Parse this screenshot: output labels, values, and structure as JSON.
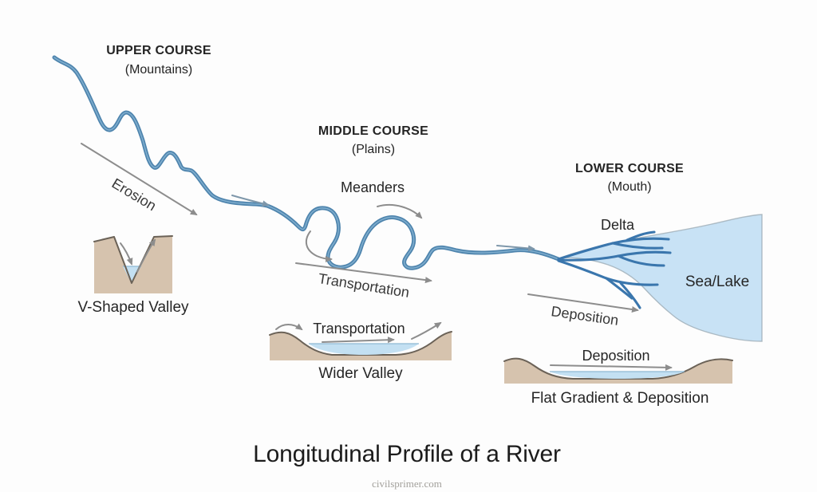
{
  "title": "Longitudinal Profile of a River",
  "watermark": "civilsprimer.com",
  "upper_course": {
    "heading": "UPPER COURSE",
    "subheading": "(Mountains)",
    "process_label": "Erosion",
    "cross_section_label": "V-Shaped Valley"
  },
  "middle_course": {
    "heading": "MIDDLE COURSE",
    "subheading": "(Plains)",
    "feature_label": "Meanders",
    "process_label": "Transportation",
    "cross_section_process_label": "Transportation",
    "cross_section_label": "Wider Valley"
  },
  "lower_course": {
    "heading": "LOWER COURSE",
    "subheading": "(Mouth)",
    "feature_label": "Delta",
    "water_body_label": "Sea/Lake",
    "process_label": "Deposition",
    "cross_section_process_label": "Deposition",
    "cross_section_label": "Flat Gradient & Deposition"
  },
  "colors": {
    "river": "#4e84ad",
    "river_highlight": "#84b1d1",
    "delta_channels": "#3a76ad",
    "sea_fill": "#c8e2f5",
    "land_fill": "#d6c3ae",
    "land_outline": "#6b6257",
    "valley_water": "#c3e0f2",
    "arrow_gray": "#8d8d8d",
    "arrow_flow": "#7e97aa",
    "text": "#262626"
  }
}
